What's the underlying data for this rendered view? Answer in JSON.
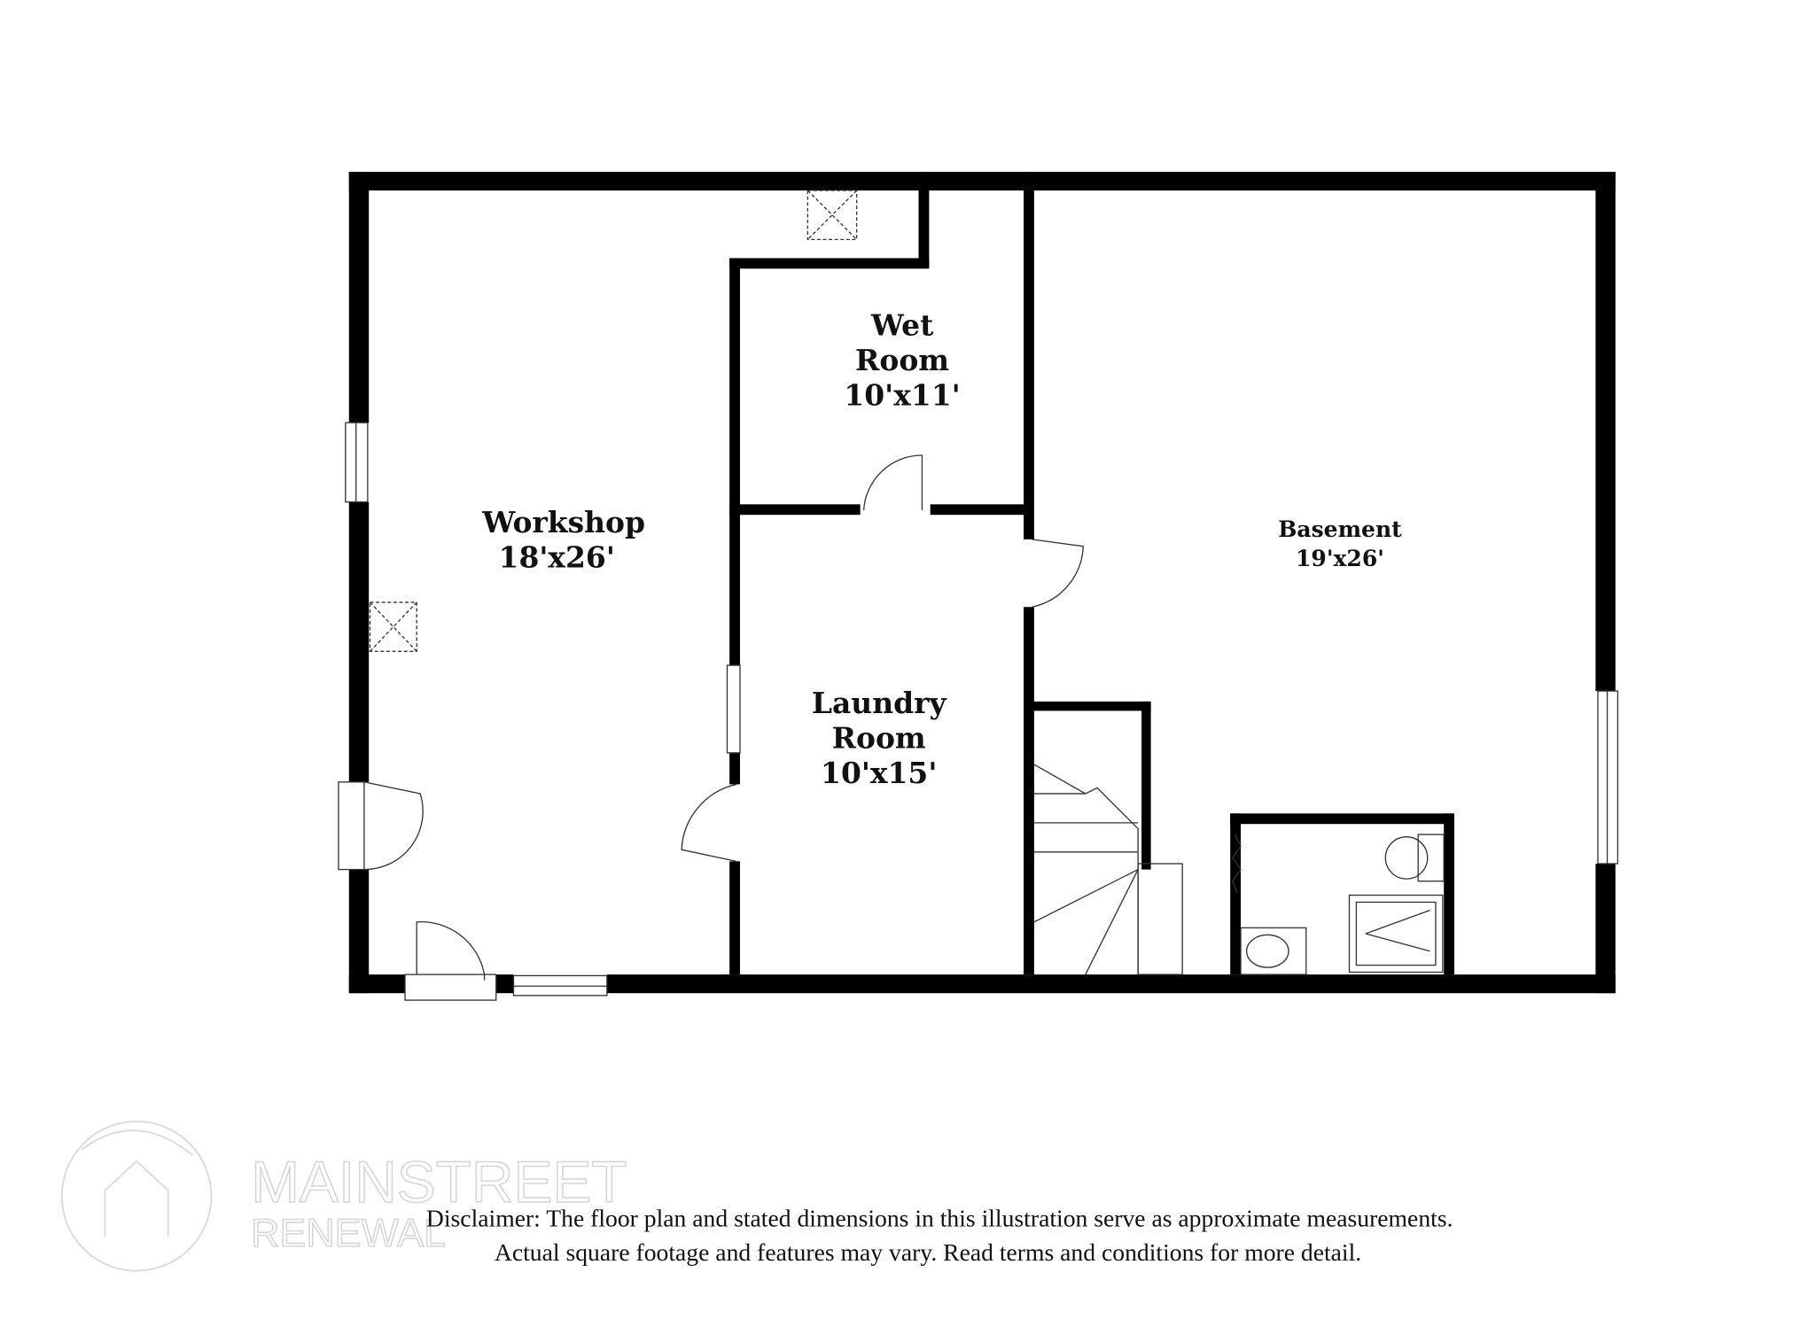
{
  "rooms": {
    "workshop": {
      "name": "Workshop",
      "size": "18'x26'"
    },
    "wet_room": {
      "name_line1": "Wet",
      "name_line2": "Room",
      "size": "10'x11'"
    },
    "laundry_room": {
      "name_line1": "Laundry",
      "name_line2": "Room",
      "size": "10'x15'"
    },
    "basement": {
      "name": "Basement",
      "size": "19'x26'"
    }
  },
  "disclaimer": {
    "line1": "Disclaimer: The floor plan and stated dimensions in this illustration serve as approximate measurements.",
    "line2": "Actual square footage and features may vary. Read terms and conditions for more detail."
  },
  "watermark": {
    "line1": "MAINSTREET",
    "line2": "RENEWAL"
  },
  "colors": {
    "wall": "#000000",
    "watermark": "#d6d6d6"
  }
}
